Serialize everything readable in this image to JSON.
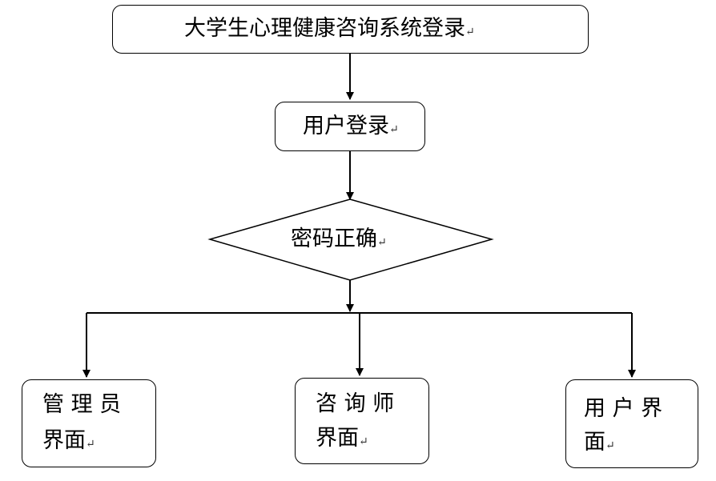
{
  "title_node": {
    "text": "大学生心理健康咨询系统登录"
  },
  "login_node": {
    "text": "用户登录"
  },
  "decision_node": {
    "text": "密码正确"
  },
  "admin_node": {
    "line1": "管 理 员",
    "line2": "界面"
  },
  "counselor_node": {
    "line1": "咨 询 师",
    "line2": "界面"
  },
  "user_node": {
    "line1": "用 户 界",
    "line2": "面"
  },
  "return_mark": "↵"
}
